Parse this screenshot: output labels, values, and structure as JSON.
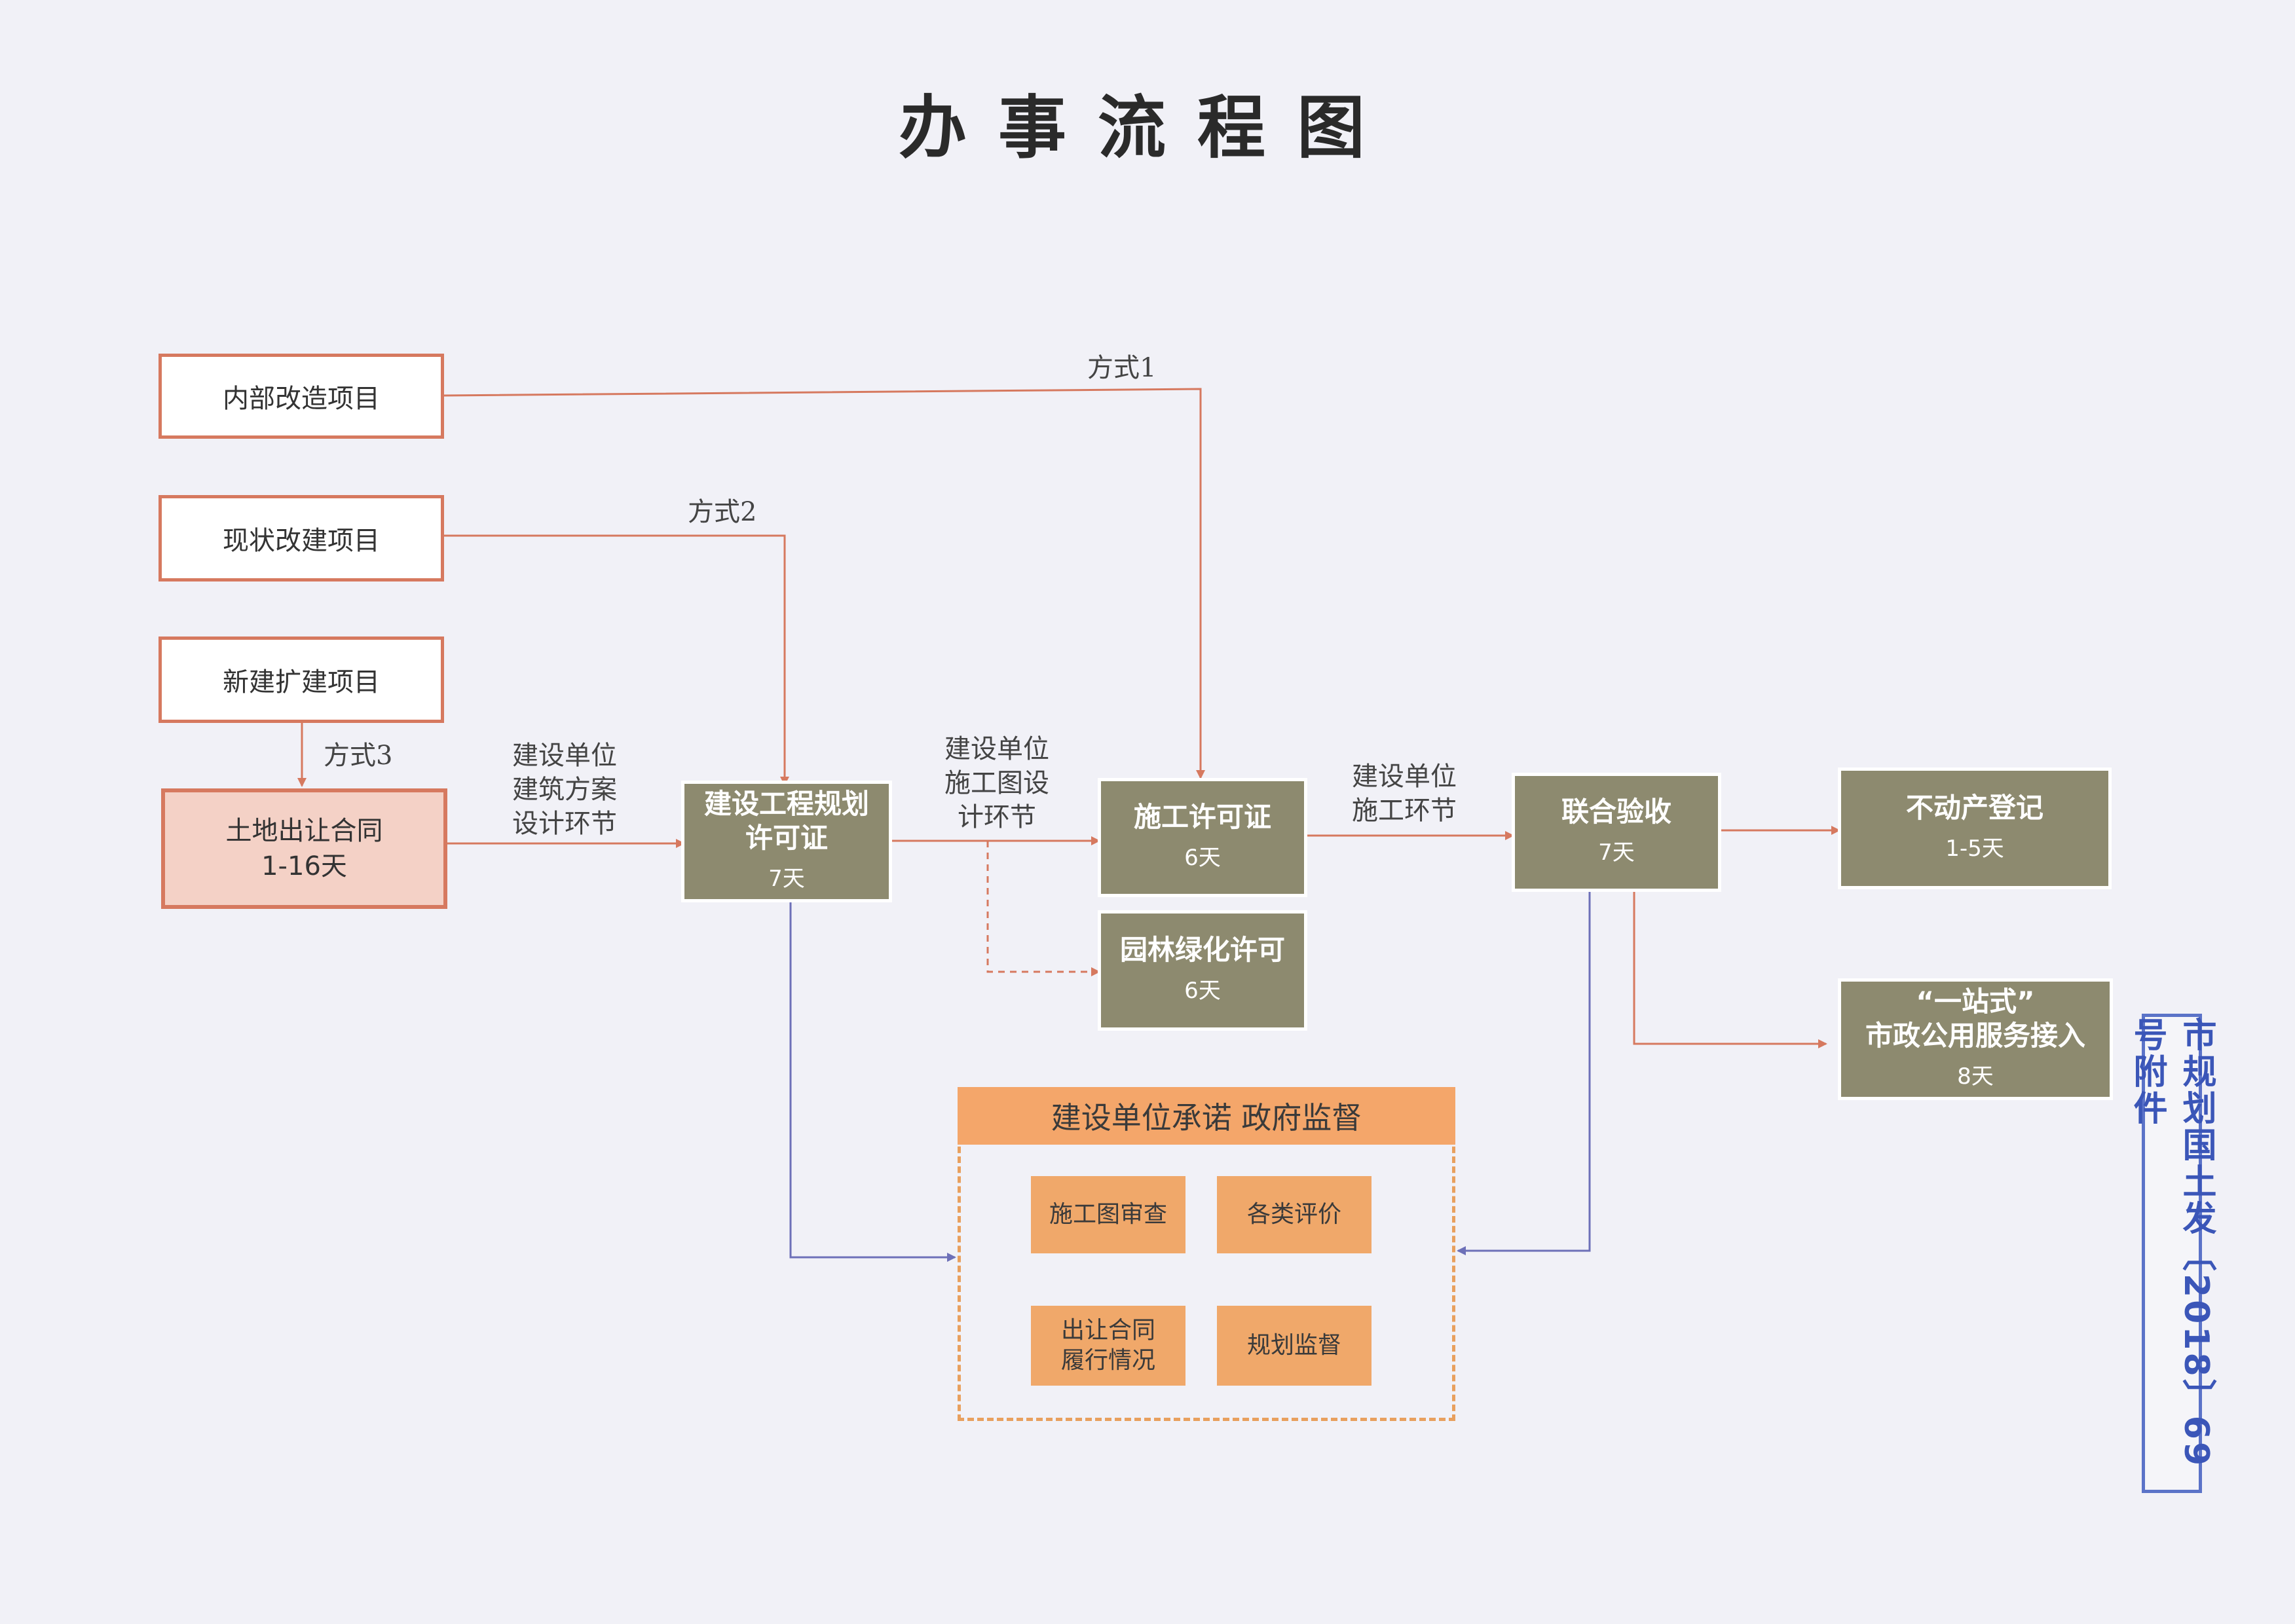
{
  "title": "办事流程图",
  "sources": {
    "internal": "内部改造项目",
    "existing": "现状改建项目",
    "new": "新建扩建项目"
  },
  "land": {
    "label": "土地出让合同",
    "days": "1-16天"
  },
  "methods": {
    "m1": "方式1",
    "m2": "方式2",
    "m3": "方式3"
  },
  "edge_labels": {
    "scheme": [
      "建设单位",
      "建筑方案",
      "设计环节"
    ],
    "drawing": [
      "建设单位",
      "施工图设",
      "计环节"
    ],
    "construction": [
      "建设单位",
      "施工环节"
    ]
  },
  "steps": {
    "planning": {
      "label_1": "建设工程规划",
      "label_2": "许可证",
      "days": "7天"
    },
    "construction_permit": {
      "label": "施工许可证",
      "days": "6天"
    },
    "greening": {
      "label": "园林绿化许可",
      "days": "6天"
    },
    "acceptance": {
      "label": "联合验收",
      "days": "7天"
    },
    "registration": {
      "label": "不动产登记",
      "days": "1-5天"
    },
    "utilities": {
      "label_1": "“一站式”",
      "label_2": "市政公用服务接入",
      "days": "8天"
    }
  },
  "commitment": {
    "title": "建设单位承诺  政府监督",
    "items": {
      "drawing_review": "施工图审查",
      "evaluations": "各类评价",
      "contract_1": "出让合同",
      "contract_2": "履行情况",
      "planning_supervision": "规划监督"
    }
  },
  "stamp": "市规划国土发〔2018〕69号附件",
  "colors": {
    "arrow_red": "#d6795f",
    "arrow_blue": "#6d70b8",
    "step_fill": "#8d8a6f",
    "source_border": "#d6795f",
    "land_fill": "#f4d1c6",
    "commit_fill": "#f0a86a",
    "stamp_blue": "#3b56b8"
  }
}
